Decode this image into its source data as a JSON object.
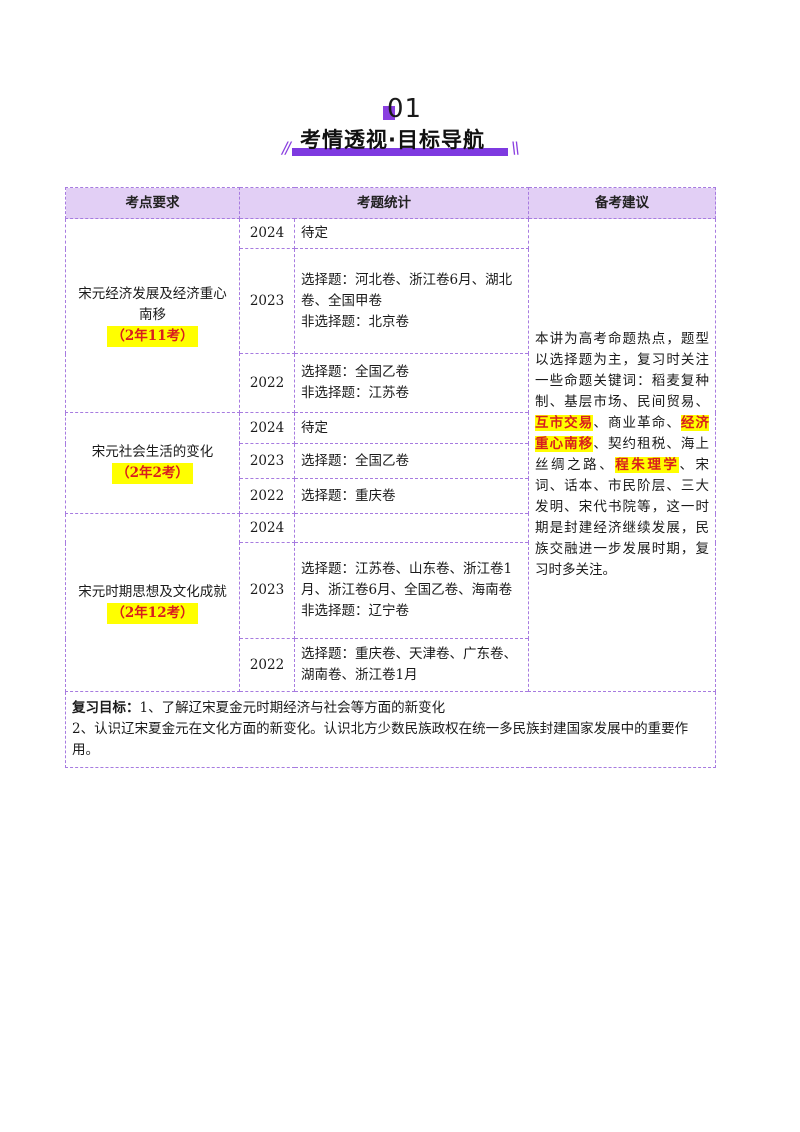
{
  "header": {
    "number": "01",
    "title": "考情透视·目标导航",
    "slash_left": "//",
    "slash_right": "\\\\"
  },
  "table": {
    "headers": [
      "考点要求",
      "考题统计",
      "备考建议"
    ],
    "topics": [
      {
        "name": "宋元经济发展及经济重心南移",
        "count": "（2年11考）",
        "rows": [
          {
            "year": "2024",
            "text": "待定"
          },
          {
            "year": "2023",
            "text": "选择题：河北卷、浙江卷6月、湖北卷、全国甲卷",
            "text2": "非选择题：北京卷"
          },
          {
            "year": "2022",
            "text": "选择题：全国乙卷",
            "text2": "非选择题：江苏卷"
          }
        ]
      },
      {
        "name": "宋元社会生活的变化",
        "count": "（2年2考）",
        "rows": [
          {
            "year": "2024",
            "text": "待定"
          },
          {
            "year": "2023",
            "text": "选择题：全国乙卷"
          },
          {
            "year": "2022",
            "text": "选择题：重庆卷"
          }
        ]
      },
      {
        "name": "宋元时期思想及文化成就",
        "count": "（2年12考）",
        "rows": [
          {
            "year": "2024",
            "text": ""
          },
          {
            "year": "2023",
            "text": "选择题：江苏卷、山东卷、浙江卷1月、浙江卷6月、全国乙卷、海南卷",
            "text2": "非选择题：辽宁卷"
          },
          {
            "year": "2022",
            "text": "选择题：重庆卷、天津卷、广东卷、湖南卷、浙江卷1月"
          }
        ]
      }
    ],
    "advice": {
      "p1": "本讲为高考命题热点，题型以选择题为主，复习时关注一些命题关键词：稻麦复种制、基层市场、民间贸易、",
      "k1": "互市交易",
      "p2": "、商业革命、",
      "k2": "经济重心南移",
      "p3": "、契约租税、海上丝绸之路、",
      "k3": "程朱理学",
      "p4": "、宋词、话本、市民阶层、三大发明、宋代书院等，这一时期是封建经济继续发展，民族交融进一步发展时期，复习时多关注。"
    },
    "goals": {
      "label": "复习目标：",
      "line1": "1、了解辽宋夏金元时期经济与社会等方面的新变化",
      "line2": "2、认识辽宋夏金元在文化方面的新变化。认识北方少数民族政权在统一多民族封建国家发展中的重要作用。"
    }
  },
  "colors": {
    "accent": "#8a3fe0",
    "header_bg": "#e2cff5",
    "highlight": "#ffff00",
    "highlight_text": "#d81e1e"
  }
}
